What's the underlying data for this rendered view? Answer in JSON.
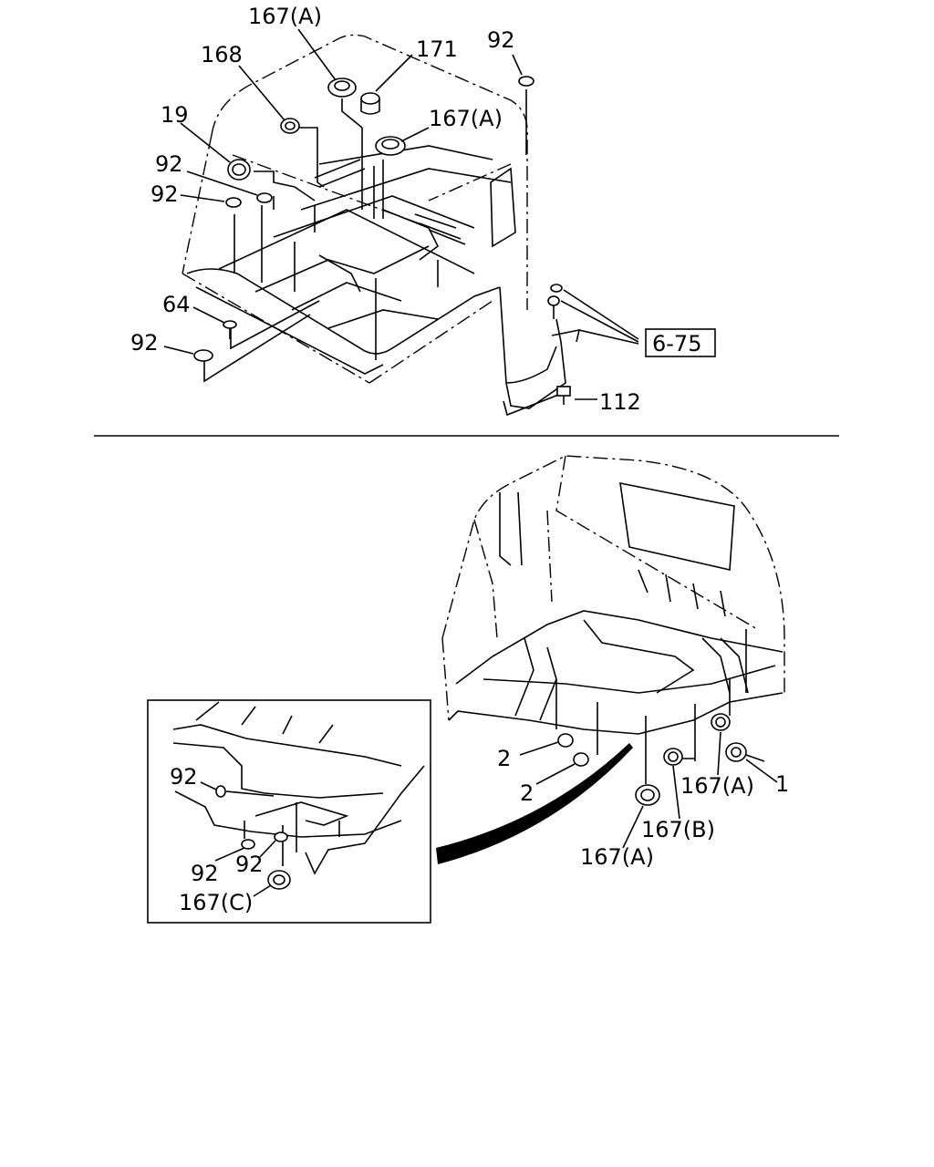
{
  "labels": {
    "top": {
      "p167a_top": "167(A)",
      "p168": "168",
      "p171": "171",
      "p92_topright": "92",
      "p19": "19",
      "p167a_mid": "167(A)",
      "p92_a": "92",
      "p92_b": "92",
      "p64": "64",
      "p92_c": "92",
      "ref_6_75": "6-75",
      "p112": "112"
    },
    "bottom": {
      "p2_a": "2",
      "p2_b": "2",
      "p167a_right": "167(A)",
      "p1": "1",
      "p167b": "167(B)",
      "p167a_low": "167(A)"
    },
    "detail": {
      "p92_d1": "92",
      "p92_d2": "92",
      "p92_d3": "92",
      "p167c": "167(C)"
    }
  }
}
